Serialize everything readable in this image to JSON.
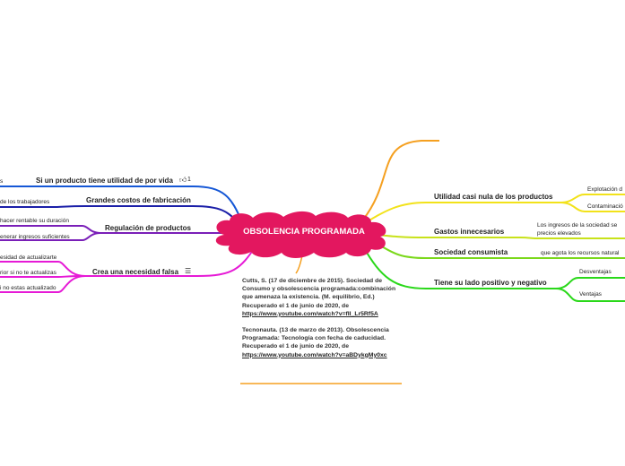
{
  "center": {
    "title": "OBSOLENCIA PROGRAMADA",
    "color": "#e3175f"
  },
  "left_branches": [
    {
      "label": "Si un producto tiene utilidad de por vida",
      "color": "#1557d6",
      "like_count": "1",
      "children": [
        "s"
      ]
    },
    {
      "label": "Grandes costos de fabricación",
      "color": "#1b1fa8",
      "children": [
        "de los trabajadores"
      ]
    },
    {
      "label": "Regulación de productos",
      "color": "#7a1fb8",
      "children": [
        "hacer rentable su duración",
        "enerar ingresos suficientes"
      ]
    },
    {
      "label": "Crea una necesidad falsa",
      "color": "#e61ad6",
      "children": [
        "esidad de actualizarte",
        "rior si no te actualizas",
        "i no estas actualizado"
      ]
    }
  ],
  "right_branches": [
    {
      "label": "Utilidad  casi nula de los productos",
      "color": "#f2e21a",
      "children": [
        "Explotación d",
        "Contaminació"
      ]
    },
    {
      "label": "Gastos innecesarios",
      "color": "#c8e21a",
      "children": [
        "Los ingresos de la sociedad se precios elevados"
      ]
    },
    {
      "label": "Sociedad consumista",
      "color": "#7ad81a",
      "children": [
        "que agota los recursos natural"
      ]
    },
    {
      "label": "Tiene su lado positivo y negativo",
      "color": "#2ad81a",
      "children": [
        "Desventajas",
        "Ventajas"
      ]
    }
  ],
  "top_branch_color": "#f5a020",
  "note": {
    "ref1_text": "Cutts, S. (17 de diciembre de 2015). Sociedad de Consumo y obsolescencia programada:combinación que amenaza la existencia. (M. equilibrio, Ed.) Recuperado el 1 de junio de 2020, de",
    "ref1_link": "https://www.youtube.com/watch?v=fII_Lr5Rf5A",
    "ref2_text": "Tecnonauta. (13 de marzo de 2013). Obsolescencia Programada: Tecnología con fecha de caducidad. Recuperado el 1 de junio de 2020, de",
    "ref2_link": "https://www.youtube.com/watch?v=aBDykgMy0xc",
    "border_color": "#f5a020"
  },
  "icons": {
    "like": "thumbs-up-icon",
    "notes": "notes-icon"
  }
}
